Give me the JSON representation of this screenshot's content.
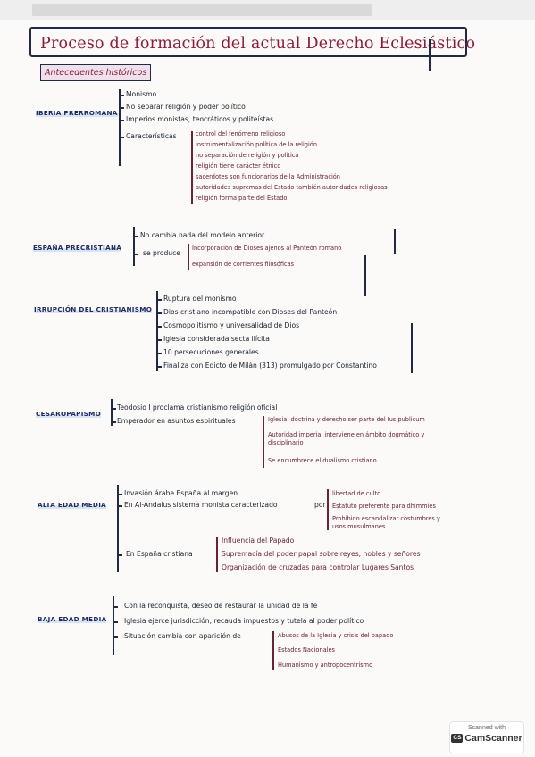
{
  "title": "Proceso de formación del actual Derecho Eclesiástico",
  "subtitle": "Antecedentes históricos",
  "sections": [
    {
      "label": "IBERIA PRERROMANA",
      "items": [
        "Monismo",
        "No separar religión y poder político",
        "Imperios monistas, teocráticos y politeístas",
        "Características"
      ],
      "caracteristicas": [
        "control del fenómeno religioso",
        "instrumentalización política de la religión",
        "no separación de religión y política",
        "religión tiene carácter étnico",
        "sacerdotes son funcionarios de la Administración",
        "autoridades supremas del Estado también autoridades religiosas",
        "religión forma parte del Estado"
      ]
    },
    {
      "label": "ESPAÑA PRECRISTIANA",
      "items": [
        "No cambia nada del modelo anterior",
        "se produce"
      ],
      "se_produce": [
        "Incorporación de Dioses ajenos al Panteón romano",
        "expansión de corrientes filosóficas"
      ]
    },
    {
      "label": "IRRUPCIÓN DEL CRISTIANISMO",
      "items": [
        "Ruptura del monismo",
        "Dios cristiano incompatible con Dioses del Panteón",
        "Cosmopolitismo y universalidad de Dios",
        "Iglesia considerada secta ilícita",
        "10 persecuciones generales",
        "Finaliza con Edicto de Milán (313) promulgado por Constantino"
      ]
    },
    {
      "label": "CESAROPAPISMO",
      "items": [
        "Teodosio I proclama cristianismo religión oficial",
        "Emperador en asuntos espirituales"
      ],
      "emperador": [
        "Iglesia, doctrina y derecho ser parte del Ius publicum",
        "Autoridad imperial interviene en ámbito dogmático y",
        "disciplinario",
        "Se encumbrece el dualismo cristiano"
      ]
    },
    {
      "label": "ALTA EDAD MEDIA",
      "items": [
        "Invasión árabe España al margen",
        "En Al-Ándalus sistema monista caracterizado",
        "por",
        "En España cristiana"
      ],
      "al_andalus": [
        "libertad de culto",
        "Estatuto preferente para dhimmíes",
        "Prohibido escandalizar costumbres y",
        "usos musulmanes"
      ],
      "espana_cristiana": [
        "Influencia del Papado",
        "Supremacía del poder papal sobre reyes, nobles y señores",
        "Organización de cruzadas para controlar Lugares Santos"
      ]
    },
    {
      "label": "BAJA EDAD MEDIA",
      "items": [
        "Con la reconquista, deseo de restaurar la unidad de la fe",
        "Iglesia ejerce jurisdicción, recauda impuestos y tutela al poder político",
        "Situación cambia con aparición de"
      ],
      "aparicion": [
        "Abusos de la Iglesia y crisis del papado",
        "Estados Nacionales",
        "Humanismo y antropocentrismo"
      ]
    }
  ],
  "stamp": {
    "line1": "Scanned with",
    "line2": "CamScanner",
    "badge": "CS"
  }
}
